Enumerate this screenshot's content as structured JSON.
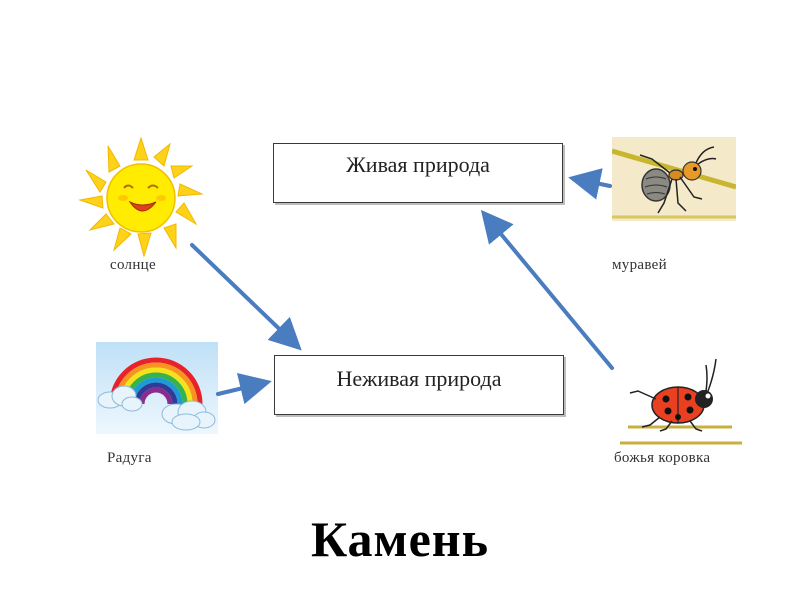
{
  "boxes": {
    "living": "Живая природа",
    "nonliving": "Неживая природа"
  },
  "captions": {
    "sun": "солнце",
    "ant": "муравей",
    "rainbow": "Радуга",
    "ladybug": "божья коровка"
  },
  "stone_word": "Камень",
  "colors": {
    "arrow": "#4a7cc0",
    "sun": "#ffe400",
    "sun_rays": "#f5c800"
  }
}
